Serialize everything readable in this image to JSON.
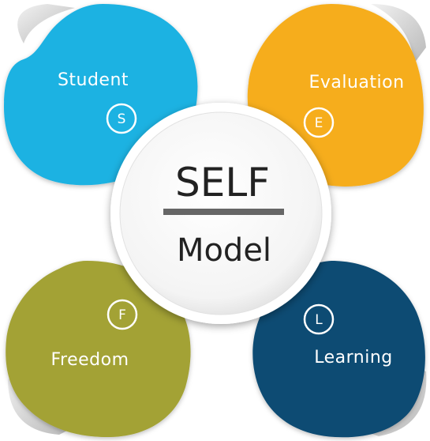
{
  "center": {
    "title": "SELF",
    "subtitle": "Model"
  },
  "petals": [
    {
      "id": "student",
      "label": "Student",
      "letter": "S",
      "color": "#1db2e2"
    },
    {
      "id": "evaluation",
      "label": "Evaluation",
      "letter": "E",
      "color": "#f6ad1a"
    },
    {
      "id": "freedom",
      "label": "Freedom",
      "letter": "F",
      "color": "#a3a236"
    },
    {
      "id": "learning",
      "label": "Learning",
      "letter": "L",
      "color": "#0f4b73"
    }
  ],
  "colors": {
    "divider": "#666666",
    "center_fill": "#f7f7f7",
    "curl": "#d9d9d9"
  }
}
